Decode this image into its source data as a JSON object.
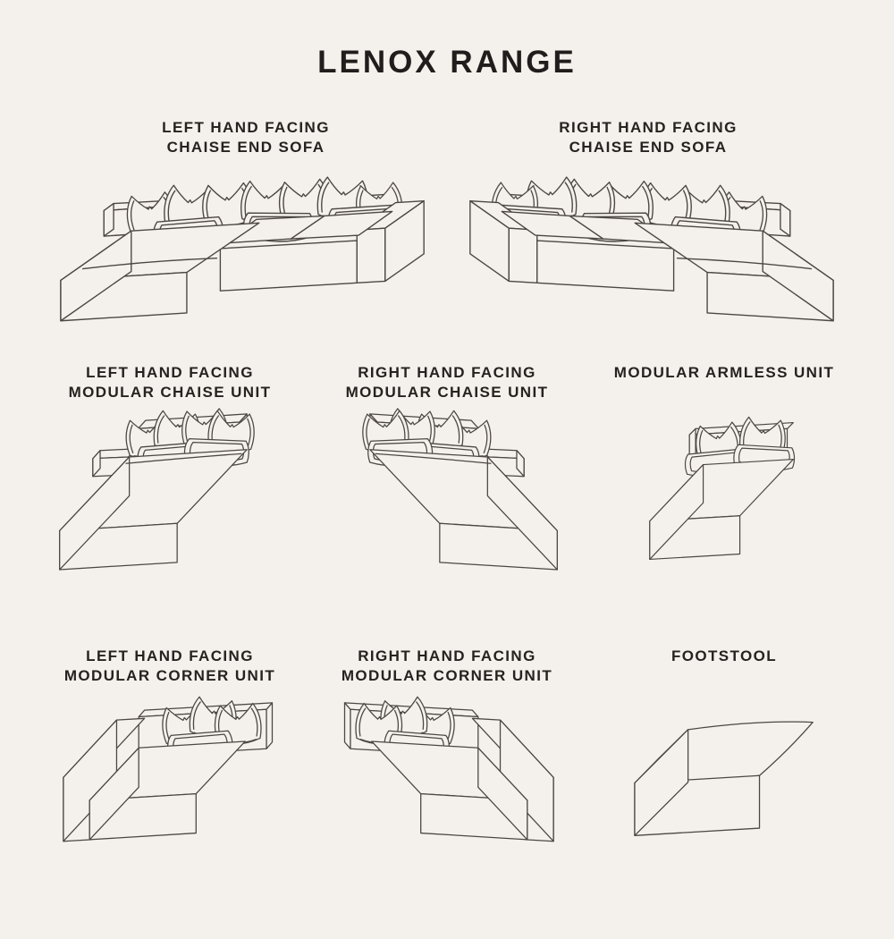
{
  "page": {
    "title": "LENOX RANGE",
    "background_color": "#f4f1ec",
    "text_color": "#26221f",
    "line_color": "#4c4743"
  },
  "items": [
    {
      "id": "lhf-chaise-end-sofa",
      "label_line1": "LEFT HAND FACING",
      "label_line2": "CHAISE END SOFA"
    },
    {
      "id": "rhf-chaise-end-sofa",
      "label_line1": "RIGHT HAND FACING",
      "label_line2": "CHAISE END SOFA"
    },
    {
      "id": "lhf-modular-chaise-unit",
      "label_line1": "LEFT HAND FACING",
      "label_line2": "MODULAR CHAISE UNIT"
    },
    {
      "id": "rhf-modular-chaise-unit",
      "label_line1": "RIGHT HAND FACING",
      "label_line2": "MODULAR CHAISE UNIT"
    },
    {
      "id": "modular-armless-unit",
      "label_line1": "MODULAR ARMLESS UNIT",
      "label_line2": ""
    },
    {
      "id": "lhf-modular-corner-unit",
      "label_line1": "LEFT HAND FACING",
      "label_line2": "MODULAR CORNER UNIT"
    },
    {
      "id": "rhf-modular-corner-unit",
      "label_line1": "RIGHT HAND FACING",
      "label_line2": "MODULAR CORNER UNIT"
    },
    {
      "id": "footstool",
      "label_line1": "FOOTSTOOL",
      "label_line2": ""
    }
  ]
}
